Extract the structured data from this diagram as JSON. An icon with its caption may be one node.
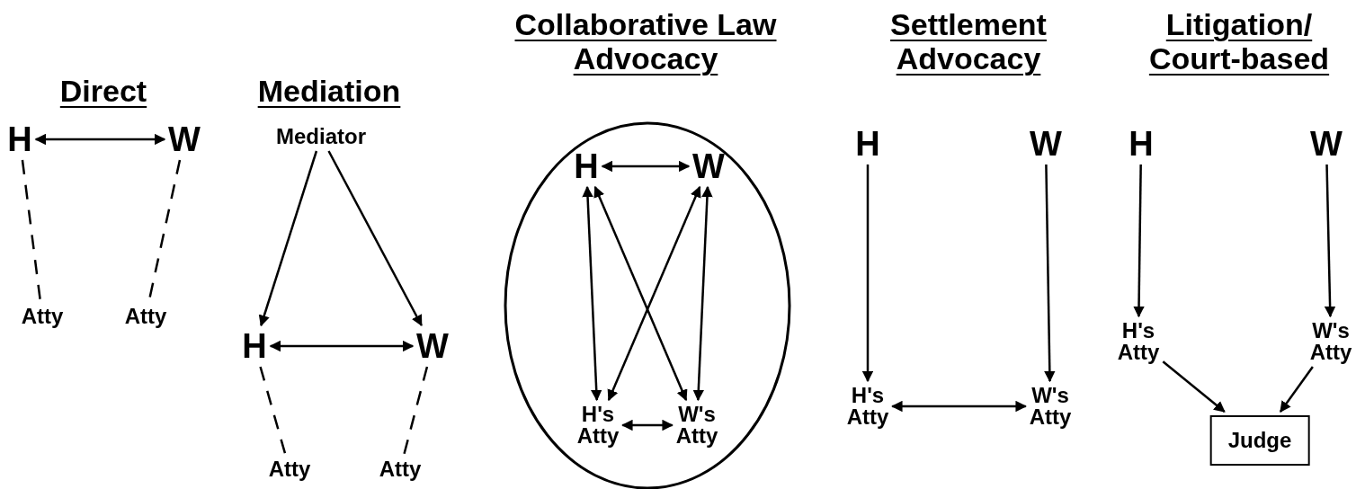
{
  "diagram": {
    "nodes": [
      {
        "text": [
          "H"
        ]
      },
      {
        "text": [
          "W"
        ]
      },
      {
        "text": [
          "Atty"
        ]
      },
      {
        "text": [
          "Atty"
        ]
      },
      {
        "text": [
          "Mediator"
        ]
      },
      {
        "text": [
          "H"
        ]
      },
      {
        "text": [
          "W"
        ]
      },
      {
        "text": [
          "Atty"
        ]
      },
      {
        "text": [
          "Atty"
        ]
      },
      {
        "text": [],
        "shape": "circle"
      },
      {
        "text": [
          "H"
        ],
        "in": 9
      },
      {
        "text": [
          "W"
        ],
        "in": 9
      },
      {
        "text": [
          "H's Atty"
        ],
        "in": 9
      },
      {
        "text": [
          "W's Atty"
        ],
        "in": 9
      },
      {
        "text": [
          "H"
        ]
      },
      {
        "text": [
          "W"
        ]
      },
      {
        "text": [
          "H's Atty"
        ]
      },
      {
        "text": [
          "W's Atty"
        ]
      },
      {
        "text": [
          "H"
        ]
      },
      {
        "text": [
          "W"
        ]
      },
      {
        "text": [
          "H's Atty"
        ]
      },
      {
        "text": [
          "W's Atty"
        ]
      },
      {
        "text": [
          "Judge"
        ]
      }
    ],
    "edges": [
      {
        "from": 0,
        "to": 1,
        "arrow": "both"
      },
      {
        "from": 0,
        "to": 2,
        "arrow": "none",
        "style": "dashed"
      },
      {
        "from": 1,
        "to": 3,
        "arrow": "none",
        "style": "dashed"
      },
      {
        "from": 4,
        "to": 5,
        "arrow": "to"
      },
      {
        "from": 4,
        "to": 6,
        "arrow": "to"
      },
      {
        "from": 5,
        "to": 6,
        "arrow": "both"
      },
      {
        "from": 5,
        "to": 7,
        "arrow": "none",
        "style": "dashed"
      },
      {
        "from": 6,
        "to": 8,
        "arrow": "none",
        "style": "dashed"
      },
      {
        "from": 10,
        "to": 11,
        "arrow": "both"
      },
      {
        "from": 10,
        "to": 12,
        "arrow": "both"
      },
      {
        "from": 11,
        "to": 13,
        "arrow": "both"
      },
      {
        "from": 10,
        "to": 13,
        "arrow": "both"
      },
      {
        "from": 11,
        "to": 12,
        "arrow": "both"
      },
      {
        "from": 12,
        "to": 13,
        "arrow": "both"
      },
      {
        "from": 14,
        "to": 16,
        "arrow": "to"
      },
      {
        "from": 15,
        "to": 17,
        "arrow": "to"
      },
      {
        "from": 16,
        "to": 17,
        "arrow": "both"
      },
      {
        "from": 18,
        "to": 20,
        "arrow": "to"
      },
      {
        "from": 19,
        "to": 21,
        "arrow": "to"
      },
      {
        "from": 20,
        "to": 22,
        "arrow": "to"
      },
      {
        "from": 21,
        "to": 22,
        "arrow": "to"
      }
    ],
    "labels": [
      "Direct",
      "Mediation",
      "Collaborative Law Advocacy",
      "Settlement Advocacy",
      "Litigation/ Court-based"
    ]
  }
}
